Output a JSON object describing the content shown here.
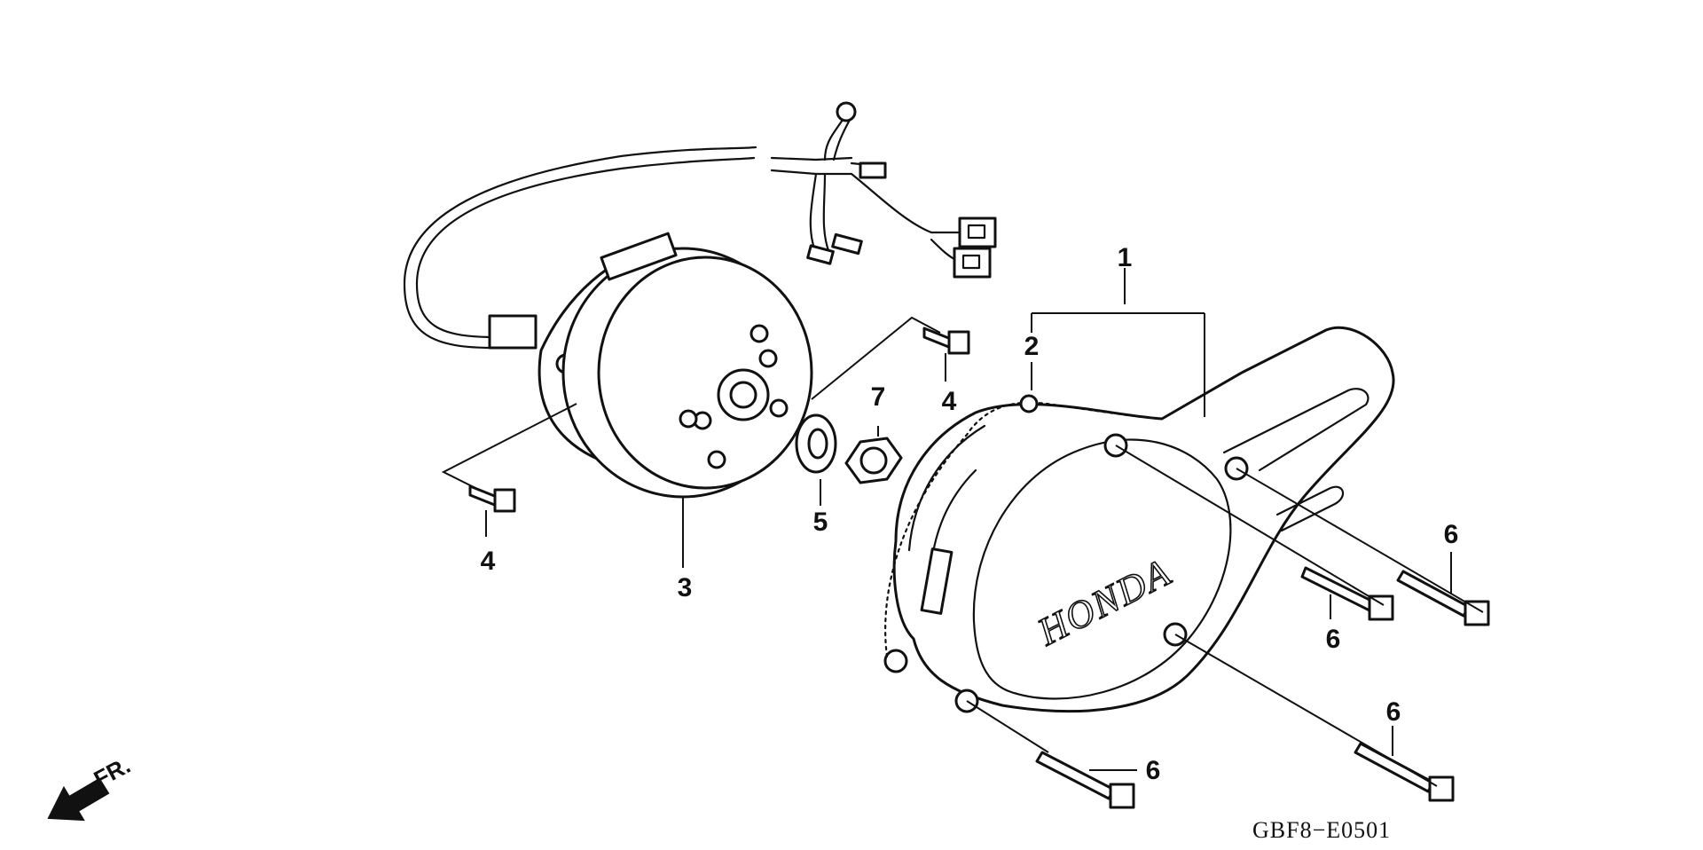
{
  "diagram": {
    "callouts": {
      "c1": "1",
      "c2": "2",
      "c3": "3",
      "c4a": "4",
      "c4b": "4",
      "c5": "5",
      "c6a": "6",
      "c6b": "6",
      "c6c": "6",
      "c6d": "6",
      "c7": "7"
    },
    "cover_logo": "HONDA",
    "direction_label": "FR.",
    "diagram_code": "GBF8−E0501"
  }
}
